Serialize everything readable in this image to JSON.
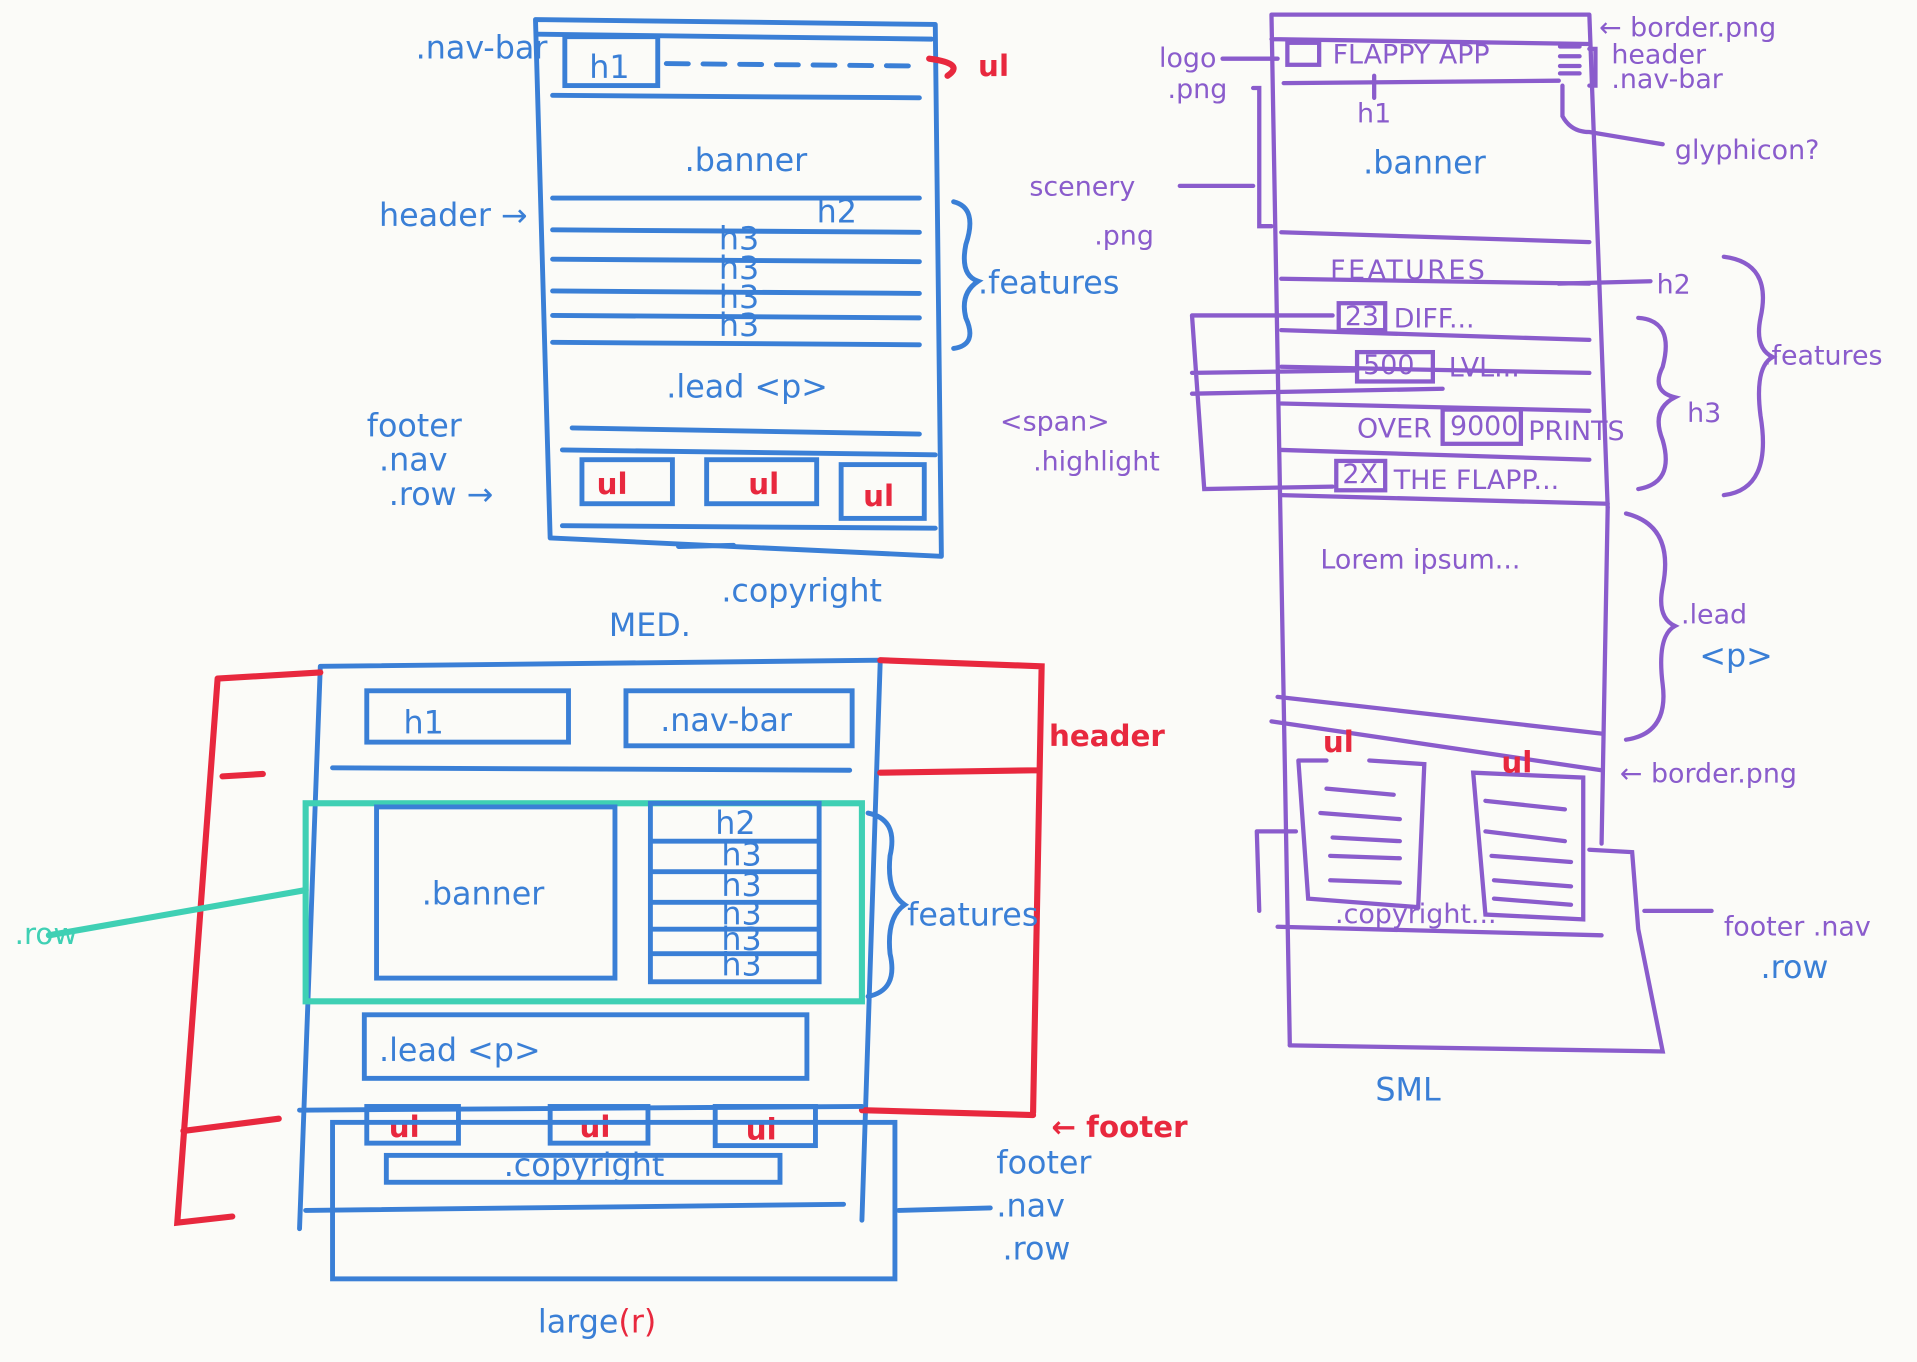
{
  "medium": {
    "title": "MED.",
    "navbar_label": ".nav-bar",
    "navbar_heading": "h1",
    "navbar_ul": "ul",
    "banner": ".banner",
    "header_label": "header →",
    "h2": "h2",
    "h3_items": [
      "h3",
      "h3",
      "h3",
      "h3"
    ],
    "features_label": ".features",
    "lead": ".lead <p>",
    "footer_label": [
      "footer",
      ".nav",
      ".row →"
    ],
    "footer_uls": [
      "ul",
      "ul",
      "ul"
    ],
    "copyright": ".copyright"
  },
  "large": {
    "title_main": "large",
    "title_suffix": "(r)",
    "h1": "h1",
    "navbar": ".nav-bar",
    "header_label": "header",
    "row_label": ".row",
    "banner": ".banner",
    "h2": "h2",
    "h3_items": [
      "h3",
      "h3",
      "h3",
      "h3",
      "h3"
    ],
    "features_label": "features",
    "lead": ".lead <p>",
    "footer_uls": [
      "ul",
      "ul",
      "ul"
    ],
    "copyright": ".copyright",
    "footer_arrow": "← footer",
    "footer_label": [
      "footer",
      ".nav",
      ".row"
    ]
  },
  "small": {
    "title": "SML",
    "border_top": "← border.png",
    "logo_label": [
      "logo",
      ".png"
    ],
    "app_name": "FLAPPY APP",
    "header_label": [
      "header",
      ".nav-bar"
    ],
    "h1": "h1",
    "banner": ".banner",
    "glyphicon": "glyphicon?",
    "scenery_label": [
      "scenery",
      ".png"
    ],
    "features_heading": "FEATURES",
    "h2": "h2",
    "feature_rows": [
      {
        "highlight": "23",
        "text": "DIFF..."
      },
      {
        "highlight": "500",
        "text": "LVL..."
      },
      {
        "pre": "OVER",
        "highlight": "9000",
        "text": "PRINTS"
      },
      {
        "highlight": "2X",
        "text": "THE FLAPP..."
      }
    ],
    "span_label": [
      "<span>",
      ".highlight"
    ],
    "h3": "h3",
    "features_label": ".features",
    "lorem": "Lorem ipsum...",
    "lead_label": [
      ".lead",
      "<p>"
    ],
    "border_bottom": "← border.png",
    "footer_uls": [
      "ul",
      "ul"
    ],
    "copyright": ".copyright...",
    "footer_label": [
      "footer .nav",
      ".row"
    ]
  },
  "colors": {
    "blue": "#3a7fd6",
    "purple": "#8a5ccc",
    "red": "#e8283e",
    "teal": "#3fd0b4"
  }
}
